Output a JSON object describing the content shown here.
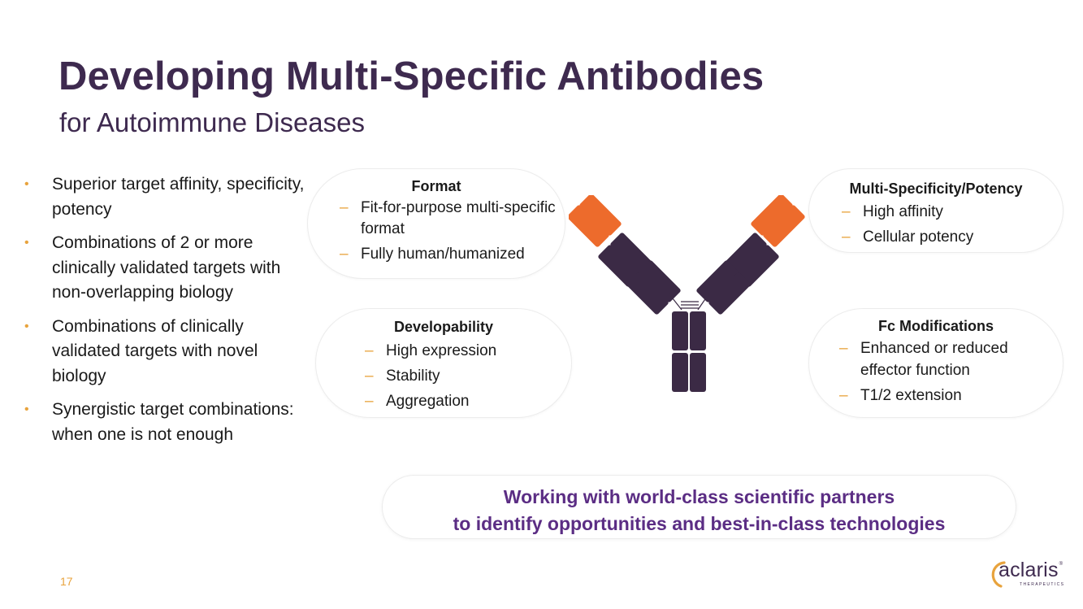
{
  "slide": {
    "title": "Developing Multi-Specific Antibodies",
    "subtitle": "for Autoimmune Diseases",
    "page_number": "17"
  },
  "bullets": [
    {
      "text": "Superior target affinity, specificity, potency"
    },
    {
      "text": "Combinations of 2 or more clinically validated targets with non-overlapping biology"
    },
    {
      "text": "Combinations of clinically validated targets with novel biology"
    },
    {
      "text": "Synergistic target combinations: when one is not enough"
    }
  ],
  "bullet_marker": "•",
  "dash_marker": "–",
  "pills": {
    "format": {
      "title": "Format",
      "items": [
        "Fit-for-purpose multi-specific format",
        "Fully human/humanized"
      ]
    },
    "developability": {
      "title": "Developability",
      "items": [
        "High expression",
        "Stability",
        "Aggregation"
      ]
    },
    "multi_specificity": {
      "title": "Multi-Specificity/Potency",
      "items": [
        "High affinity",
        "Cellular potency"
      ]
    },
    "fc_modifications": {
      "title": "Fc Modifications",
      "items": [
        "Enhanced or reduced effector function",
        "T1/2 extension"
      ]
    }
  },
  "banner": {
    "line1": "Working with world-class scientific partners",
    "line2": "to identify opportunities and best-in-class technologies"
  },
  "logo": {
    "word": "aclaris",
    "sub": "THERAPEUTICS",
    "mark": "®"
  },
  "colors": {
    "title": "#3e2a4f",
    "accent_orange": "#e8a33d",
    "antibody_dark": "#3b2a45",
    "antibody_orange": "#ed6b2c",
    "banner_text": "#5b2d84"
  },
  "icons": {
    "antibody": "antibody-diagram-icon"
  }
}
